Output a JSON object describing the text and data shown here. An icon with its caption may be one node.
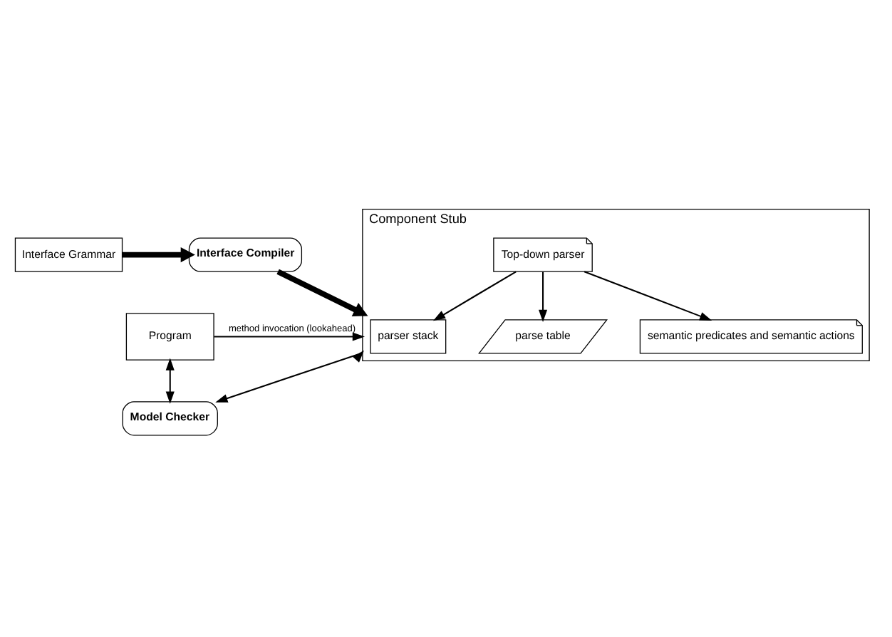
{
  "diagram": {
    "nodes": [
      {
        "text": [
          "Interface Grammar"
        ]
      },
      {
        "text": [
          "Interface Compiler"
        ]
      },
      {
        "text": [
          "Component Stub"
        ]
      },
      {
        "text": [
          "parser stack"
        ],
        "in": 2
      },
      {
        "text": [
          "Top-down parser"
        ],
        "in": 2
      },
      {
        "text": [
          "parse table"
        ],
        "in": 2
      },
      {
        "text": [
          "semantic predicates and semantic actions"
        ],
        "in": 2
      },
      {
        "text": [
          "Program"
        ]
      },
      {
        "text": [
          "Model Checker"
        ]
      }
    ],
    "edges": [
      {
        "from": 0,
        "to": 1,
        "arrow": "to",
        "style": "thick"
      },
      {
        "from": 1,
        "to": 2,
        "arrow": "to",
        "style": "thick"
      },
      {
        "from": 4,
        "to": 3,
        "arrow": "to"
      },
      {
        "from": 4,
        "to": 5,
        "arrow": "to"
      },
      {
        "from": 4,
        "to": 6,
        "arrow": "to"
      },
      {
        "from": 7,
        "to": 2,
        "arrow": "to",
        "label": "method invocation (lookahead)"
      },
      {
        "from": 7,
        "to": 8,
        "arrow": "both"
      },
      {
        "from": 8,
        "to": 2,
        "arrow": "both"
      }
    ]
  }
}
